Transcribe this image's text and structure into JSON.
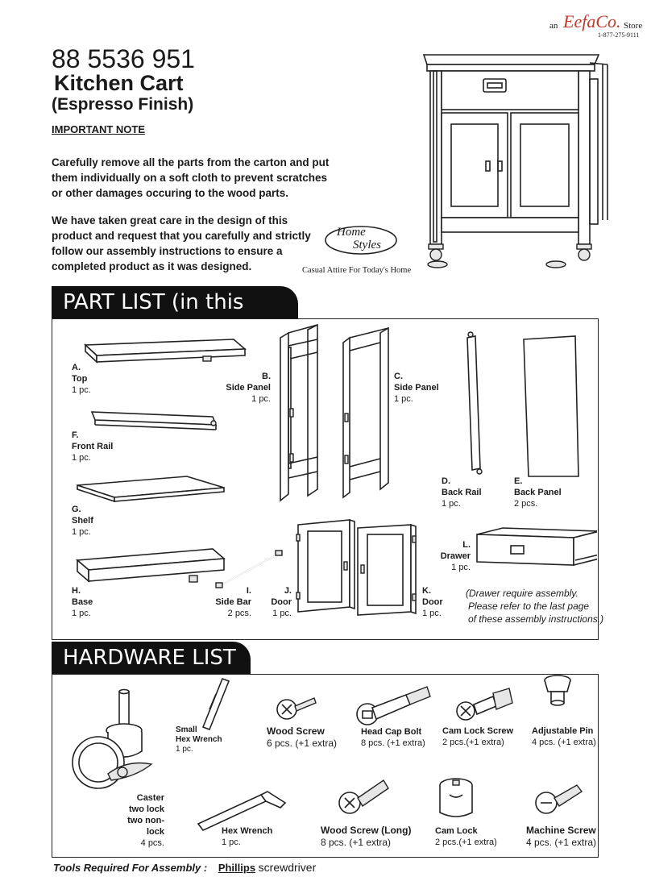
{
  "store": {
    "prefix": "an",
    "brand": "EefaCo.",
    "suffix": "Store",
    "phone": "1-877-275-9111"
  },
  "header": {
    "model": "88 5536 951",
    "product": "Kitchen Cart",
    "finish": "(Espresso Finish)",
    "note_title": "IMPORTANT NOTE",
    "note_p1": [
      "Carefully remove all the parts from the carton and put",
      "them individually on a soft cloth to prevent scratches",
      "or other damages occuring to the wood parts."
    ],
    "note_p2": [
      "We have taken great care in the design of this",
      "product and request that you carefully and strictly",
      "follow our assembly instructions to ensure a",
      "completed product as it was designed."
    ]
  },
  "brand_logo": {
    "line1": "Home",
    "line2": "Styles",
    "tagline": "Casual Attire For Today's Home"
  },
  "part_list": {
    "title": "PART LIST (in this carton)",
    "parts": [
      {
        "letter": "A.",
        "name": "Top",
        "qty": "1 pc."
      },
      {
        "letter": "B.",
        "name": "Side Panel",
        "qty": "1 pc."
      },
      {
        "letter": "C.",
        "name": "Side Panel",
        "qty": "1 pc."
      },
      {
        "letter": "D.",
        "name": "Back Rail",
        "qty": "1 pc."
      },
      {
        "letter": "E.",
        "name": "Back Panel",
        "qty": "2 pcs."
      },
      {
        "letter": "F.",
        "name": "Front Rail",
        "qty": "1 pc."
      },
      {
        "letter": "G.",
        "name": "Shelf",
        "qty": "1 pc."
      },
      {
        "letter": "H.",
        "name": "Base",
        "qty": "1 pc."
      },
      {
        "letter": "I.",
        "name": "Side Bar",
        "qty": "2 pcs."
      },
      {
        "letter": "J.",
        "name": "Door",
        "qty": "1 pc."
      },
      {
        "letter": "K.",
        "name": "Door",
        "qty": "1 pc."
      },
      {
        "letter": "L.",
        "name": "Drawer",
        "qty": "1 pc."
      }
    ],
    "drawer_note": [
      "(Drawer require assembly.",
      "Please refer to the last page",
      "of these assembly instructions.)"
    ]
  },
  "hardware_list": {
    "title": "HARDWARE LIST",
    "items": [
      {
        "name": "Caster",
        "detail": [
          "two lock",
          "two non-lock"
        ],
        "qty": "4 pcs."
      },
      {
        "name": "Small",
        "detail": [
          "Hex Wrench"
        ],
        "qty": "1 pc."
      },
      {
        "name": "Wood Screw",
        "detail": [],
        "qty": "6 pcs. (+1 extra)"
      },
      {
        "name": "Head Cap Bolt",
        "detail": [],
        "qty": "8 pcs. (+1 extra)"
      },
      {
        "name": "Cam Lock Screw",
        "detail": [],
        "qty": "2 pcs.(+1 extra)"
      },
      {
        "name": "Adjustable Pin",
        "detail": [],
        "qty": "4 pcs. (+1 extra)"
      },
      {
        "name": "Hex Wrench",
        "detail": [],
        "qty": "1 pc."
      },
      {
        "name": "Wood Screw (Long)",
        "detail": [],
        "qty": "8 pcs. (+1 extra)"
      },
      {
        "name": "Cam Lock",
        "detail": [],
        "qty": "2 pcs.(+1 extra)"
      },
      {
        "name": "Machine Screw",
        "detail": [],
        "qty": "4 pcs. (+1 extra)"
      }
    ]
  },
  "footer": {
    "label": "Tools Required  For  Assembly :",
    "tool": "Phillips",
    "tool_rest": "screwdriver"
  }
}
